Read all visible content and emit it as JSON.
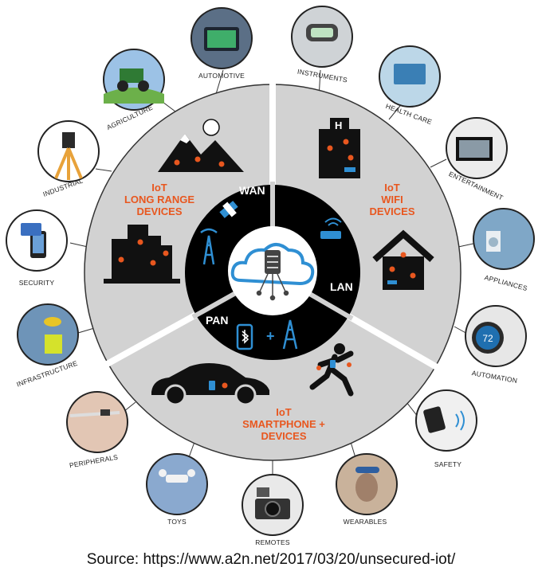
{
  "segments": {
    "long_range": {
      "line1": "IoT",
      "line2": "LONG RANGE",
      "line3": "DEVICES"
    },
    "wifi": {
      "line1": "IoT",
      "line2": "WIFI",
      "line3": "DEVICES"
    },
    "smartphone": {
      "line1": "IoT",
      "line2": "SMARTPHONE +",
      "line3": "DEVICES"
    }
  },
  "networks": {
    "wan": "WAN",
    "lan": "LAN",
    "pan": "PAN"
  },
  "categories": [
    {
      "key": "automotive",
      "label": "AUTOMOTIVE"
    },
    {
      "key": "instruments",
      "label": "INSTRUMENTS"
    },
    {
      "key": "health-care",
      "label": "HEALTH CARE"
    },
    {
      "key": "entertainment",
      "label": "ENTERTAINMENT"
    },
    {
      "key": "appliances",
      "label": "APPLIANCES"
    },
    {
      "key": "automation",
      "label": "AUTOMATION"
    },
    {
      "key": "safety",
      "label": "SAFETY"
    },
    {
      "key": "wearables",
      "label": "WEARABLES"
    },
    {
      "key": "remotes",
      "label": "REMOTES"
    },
    {
      "key": "toys",
      "label": "TOYS"
    },
    {
      "key": "peripherals",
      "label": "PERIPHERALS"
    },
    {
      "key": "infrastructure",
      "label": "INFRASTRUCTURE"
    },
    {
      "key": "security",
      "label": "SECURITY"
    },
    {
      "key": "industrial",
      "label": "INDUSTRIAL"
    },
    {
      "key": "agriculture",
      "label": "AGRICULTURE"
    }
  ],
  "thermostat_display": "72",
  "source": "Source: https://www.a2n.net/2017/03/20/unsecured-iot/",
  "colors": {
    "accent": "#e8571f",
    "ring": "#000000",
    "segment": "#d2d2d2",
    "cloud": "#2f8fd3"
  }
}
